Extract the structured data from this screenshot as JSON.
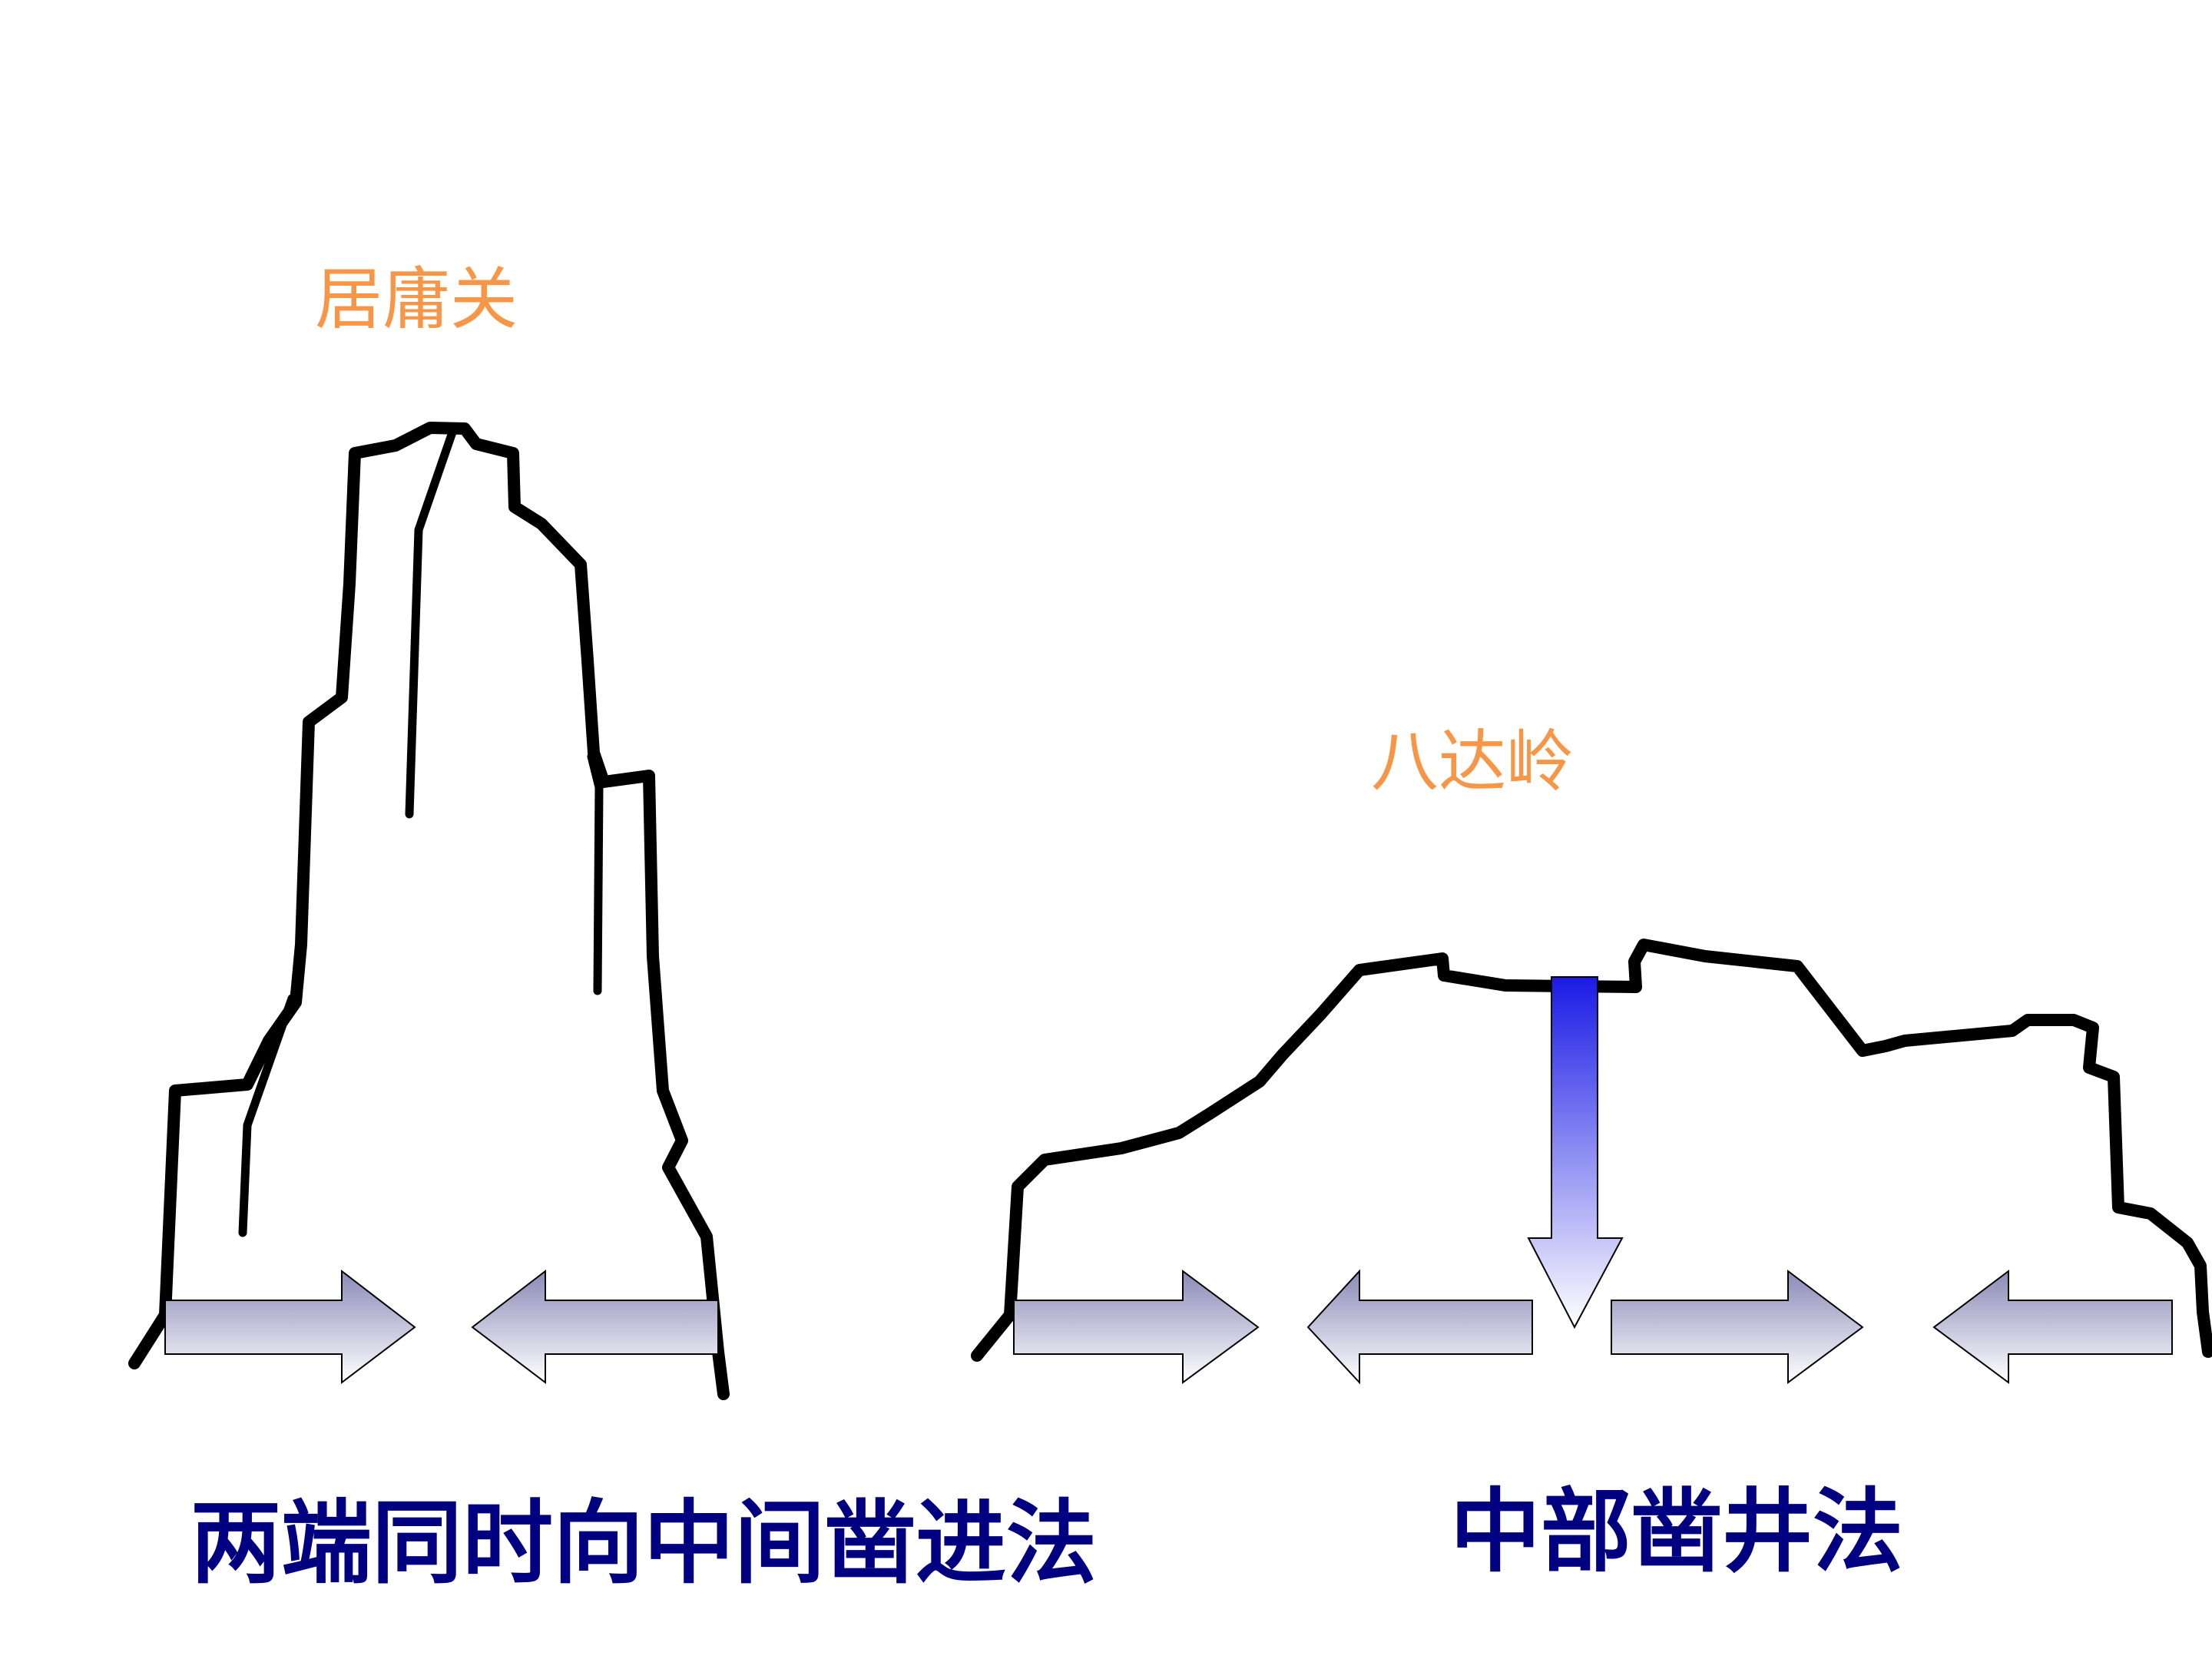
{
  "labels": {
    "mountain_left": "居庸关",
    "mountain_right": "八达岭",
    "method_left": "两端同时向中间凿进法",
    "method_right": "中部凿井法"
  },
  "colors": {
    "mountain_label": "#F79646",
    "method_label": "#000080",
    "outline": "#000000",
    "arrow_fill_dark": "#8A8AB8",
    "arrow_fill_light": "#ffffff",
    "shaft_fill_dark": "#1A1AE6"
  },
  "icons": {
    "horizontal_arrow": "block-arrow",
    "vertical_arrow": "block-arrow-down"
  }
}
